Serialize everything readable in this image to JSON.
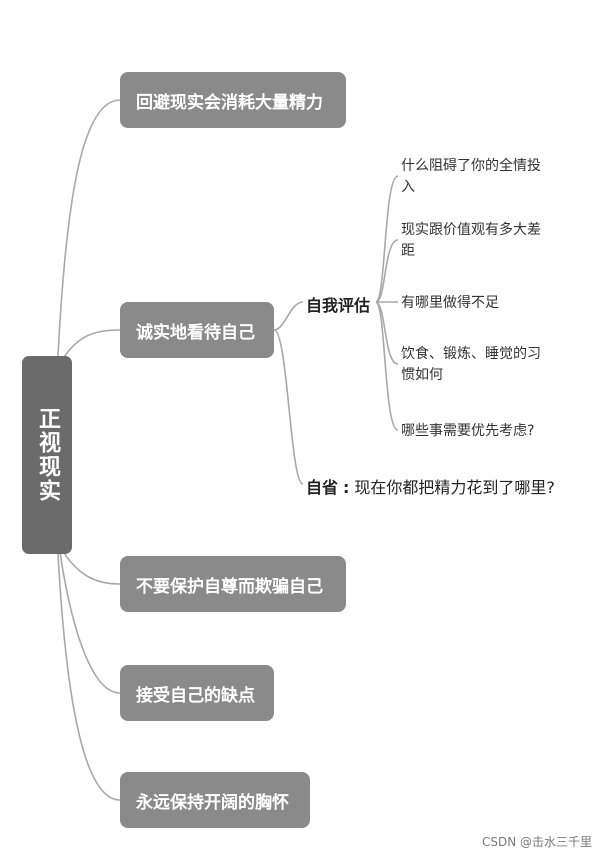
{
  "root": {
    "label": "正视现实"
  },
  "branches": [
    {
      "label": "回避现实会消耗大量精力"
    },
    {
      "label": "诚实地看待自己"
    },
    {
      "label": "不要保护自尊而欺骗自己"
    },
    {
      "label": "接受自己的缺点"
    },
    {
      "label": "永远保持开阔的胸怀"
    }
  ],
  "honest_children": {
    "self_assess": {
      "label": "自我评估",
      "items": [
        "什么阻碍了你的全情投入",
        "现实跟价值观有多大差距",
        "有哪里做得不足",
        "饮食、锻炼、睡觉的习惯如何",
        "哪些事需要优先考虑?"
      ]
    },
    "reflect": {
      "label": "自省",
      "colon": ":",
      "text": "现在你都把精力花到了哪里?"
    }
  },
  "watermark": "CSDN @击水三千里",
  "colors": {
    "root": "#6b6b6b",
    "branch": "#8a8a8a",
    "line": "#a8a8a8"
  }
}
